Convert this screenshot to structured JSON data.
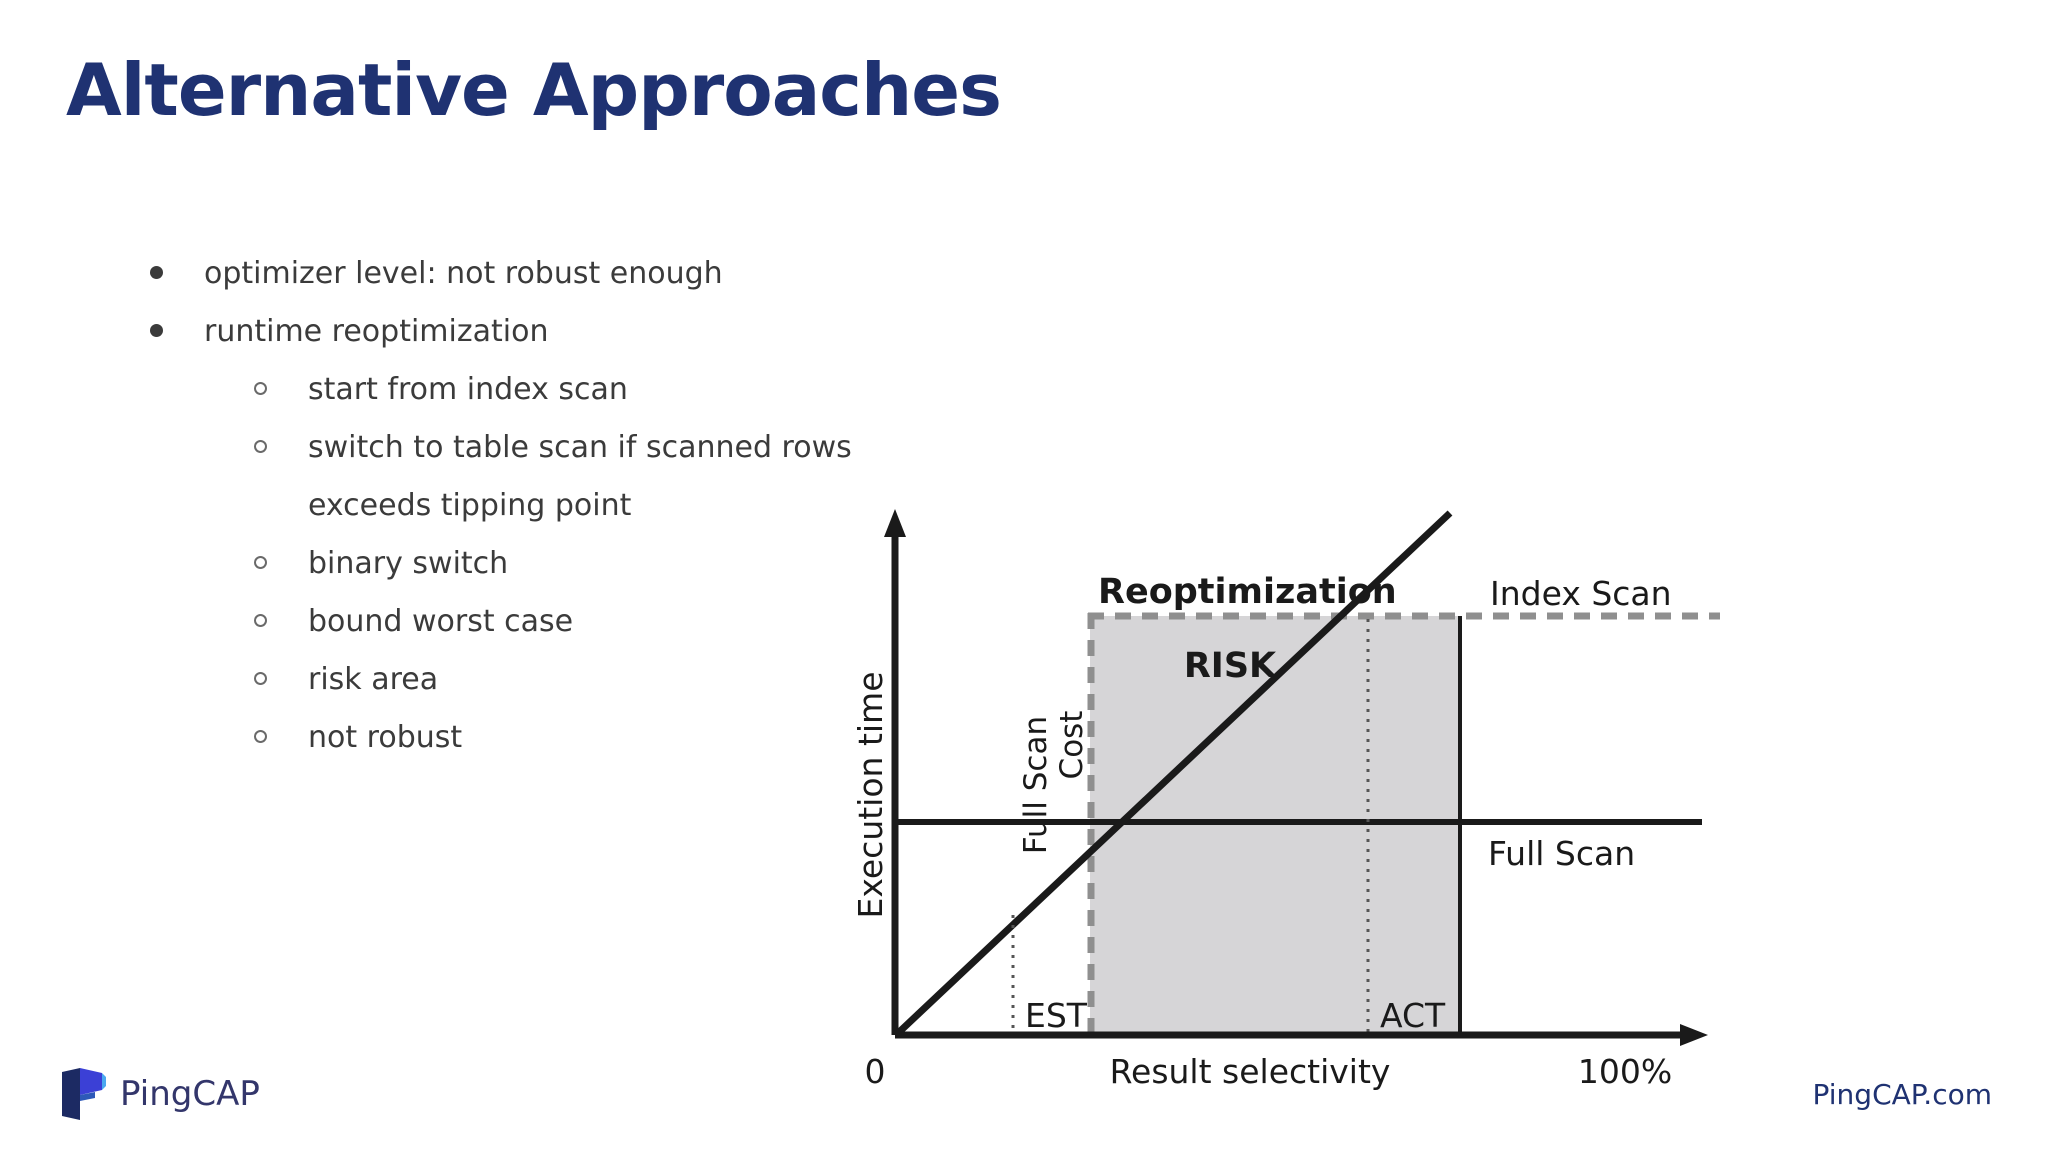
{
  "slide": {
    "title": "Alternative Approaches",
    "background_color": "#ffffff",
    "title_color": "#1f3272"
  },
  "bullets": [
    {
      "level": 1,
      "marker": "filled-disc",
      "text": "optimizer level: not robust enough"
    },
    {
      "level": 1,
      "marker": "filled-disc",
      "text": "runtime reoptimization"
    },
    {
      "level": 2,
      "marker": "hollow-circle",
      "text": "start from index scan"
    },
    {
      "level": 2,
      "marker": "hollow-circle",
      "text": "switch to table scan if scanned rows exceeds tipping point"
    },
    {
      "level": 2,
      "marker": "hollow-circle",
      "text": "binary switch"
    },
    {
      "level": 2,
      "marker": "hollow-circle",
      "text": "bound worst case"
    },
    {
      "level": 2,
      "marker": "hollow-circle",
      "text": "risk area"
    },
    {
      "level": 2,
      "marker": "hollow-circle",
      "text": "not robust"
    }
  ],
  "chart_data": {
    "type": "line",
    "title": "",
    "xlabel": "Result selectivity",
    "ylabel": "Execution time",
    "xlim": [
      0,
      100
    ],
    "ylim": [
      0,
      100
    ],
    "grid": false,
    "legend": "inline-annotations",
    "x_tick_labels": [
      "0",
      "100%"
    ],
    "series": [
      {
        "name": "Index Scan",
        "style": "solid",
        "color": "#1a1a1a",
        "description": "linear increasing cost with selectivity",
        "points": [
          [
            0,
            0
          ],
          [
            100,
            100
          ]
        ]
      },
      {
        "name": "Full Scan",
        "style": "solid",
        "color": "#1a1a1a",
        "description": "constant cost independent of selectivity",
        "points": [
          [
            0,
            47
          ],
          [
            100,
            47
          ]
        ]
      },
      {
        "name": "Index Scan (capped / reoptimized)",
        "style": "dashed",
        "color": "#8f8f8f",
        "description": "gray dashed ceiling at the reoptimization bound",
        "points": [
          [
            32,
            77
          ],
          [
            100,
            77
          ]
        ]
      }
    ],
    "annotations": [
      {
        "name": "index-scan-label",
        "text": "Index Scan",
        "x": 77,
        "y": 84
      },
      {
        "name": "full-scan-label",
        "text": "Full Scan",
        "x": 80,
        "y": 38
      },
      {
        "name": "reoptimization-label",
        "text": "Reoptimization",
        "x": 50,
        "y": 88,
        "bold": true
      },
      {
        "name": "risk-label",
        "text": "RISK",
        "x": 49,
        "y": 65,
        "bold": true
      },
      {
        "name": "full-scan-cost-label",
        "text": "Full Scan",
        "rotated": true
      },
      {
        "name": "cost-label",
        "text": "Cost",
        "rotated": true
      },
      {
        "name": "est-label",
        "text": "EST",
        "x": 20,
        "y": 5
      },
      {
        "name": "act-label",
        "text": "ACT",
        "x": 74,
        "y": 5
      },
      {
        "name": "origin-label",
        "text": "0"
      },
      {
        "name": "max-x-label",
        "text": "100%"
      }
    ],
    "regions": [
      {
        "name": "risk-area",
        "label": "RISK",
        "fill": "#d6d5d7",
        "x_from": 32,
        "x_to": 74,
        "y_from": 0,
        "y_to": 77,
        "border_left": "dashed-gray",
        "border_top": "dashed-gray",
        "border_right": "solid-black"
      }
    ],
    "markers": [
      {
        "name": "est-line",
        "type": "vertical-dotted",
        "x": 17,
        "label": "EST"
      },
      {
        "name": "act-line",
        "type": "vertical-dotted",
        "x": 65,
        "label": "ACT"
      },
      {
        "name": "tipping-point",
        "type": "crossing",
        "x": 32,
        "description": "Index Scan crosses Full Scan cost"
      }
    ]
  },
  "footer": {
    "logo_wordmark": "PingCAP",
    "logo_colors": {
      "dark": "#1c2a63",
      "mid": "#3b40d6",
      "light": "#4aa8f0"
    },
    "url": "PingCAP.com",
    "url_color": "#1f3272"
  }
}
